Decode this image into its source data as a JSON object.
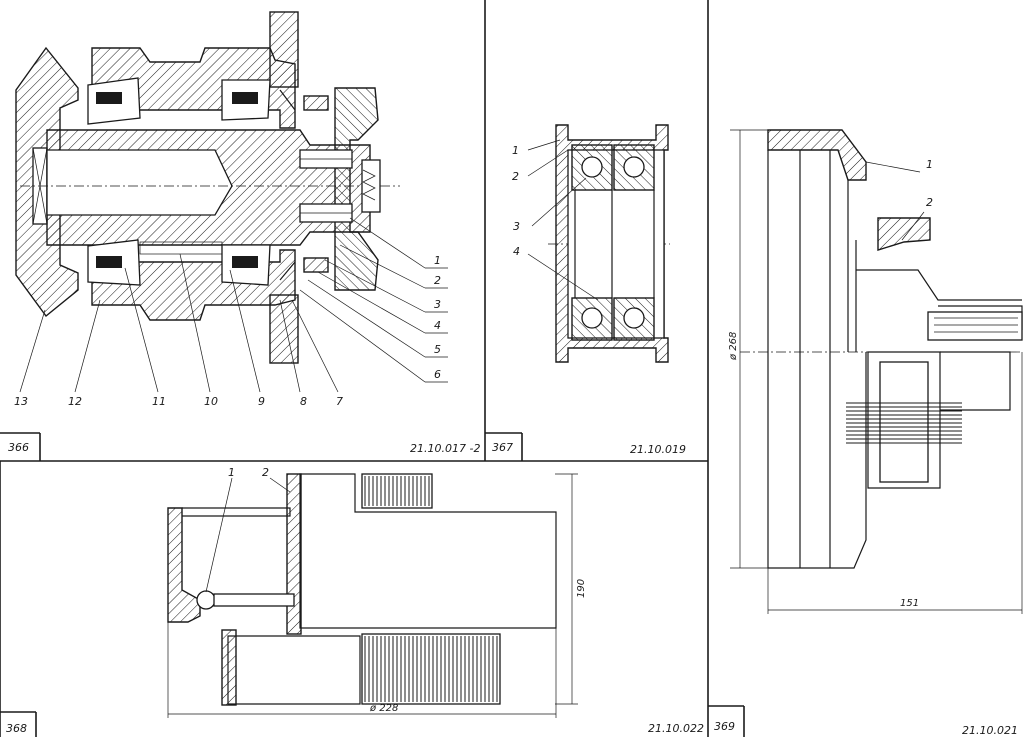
{
  "panels": [
    {
      "id": "366",
      "number": "366",
      "code": "21.10.017 -2",
      "labels": [
        "1",
        "2",
        "3",
        "4",
        "5",
        "6",
        "7",
        "8",
        "9",
        "10",
        "11",
        "12",
        "13"
      ]
    },
    {
      "id": "367",
      "number": "367",
      "code": "21.10.019",
      "labels": [
        "1",
        "2",
        "3",
        "4"
      ]
    },
    {
      "id": "368",
      "number": "368",
      "code": "21.10.022",
      "labels": [
        "1",
        "2"
      ],
      "dimensions": [
        "190",
        "ø 228"
      ]
    },
    {
      "id": "369",
      "number": "369",
      "code": "21.10.021",
      "labels": [
        "1",
        "2"
      ],
      "dimensions": [
        "ø 268",
        "151"
      ]
    }
  ]
}
